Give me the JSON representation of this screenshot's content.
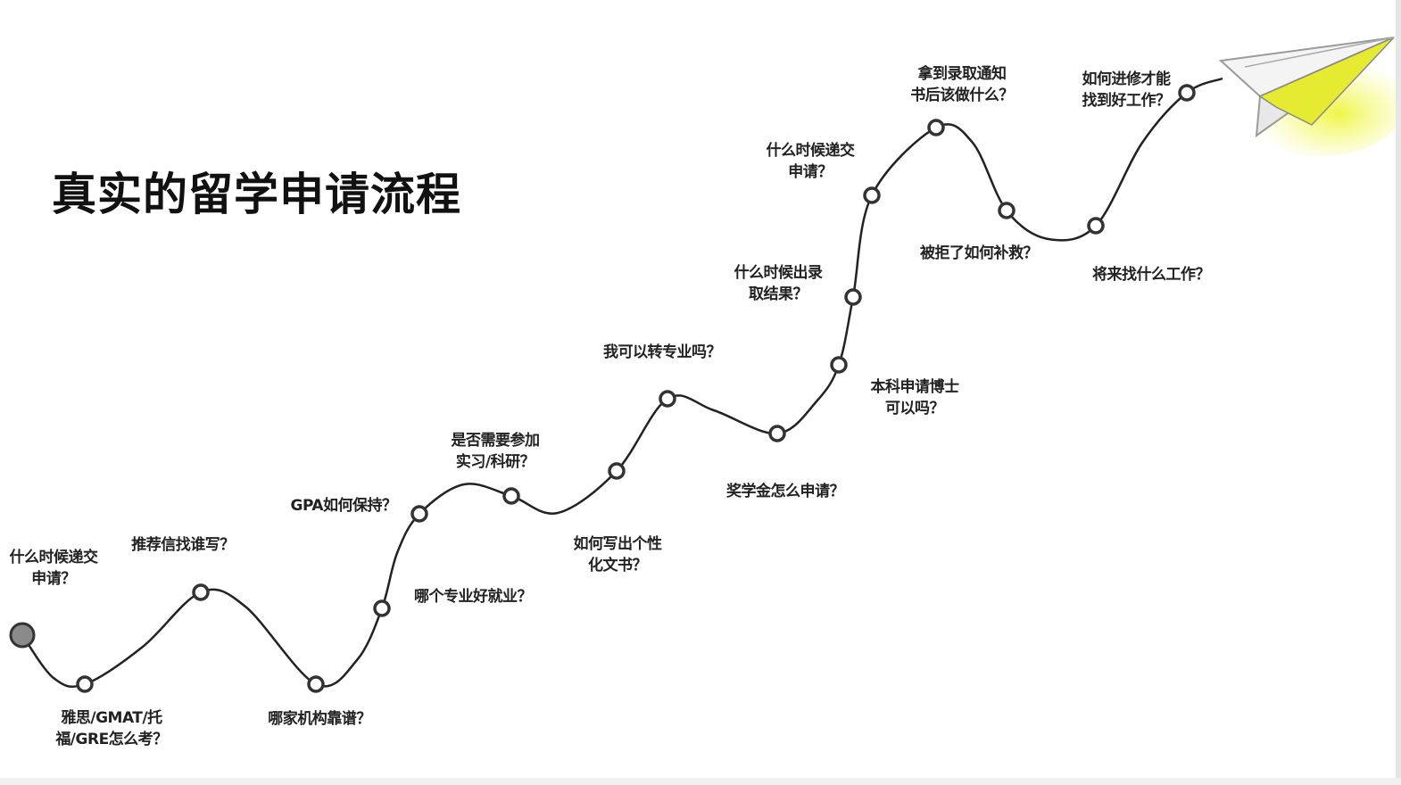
{
  "title": "真实的留学申请流程",
  "steps": [
    {
      "label": "什么时候递交\n申请？"
    },
    {
      "label": "雅思/GMAT/托\n福/GRE怎么考？"
    },
    {
      "label": "推荐信找谁写？"
    },
    {
      "label": "哪家机构靠谱？"
    },
    {
      "label": "哪个专业好就业？"
    },
    {
      "label": "GPA如何保持？"
    },
    {
      "label": "是否需要参加\n实习/科研？"
    },
    {
      "label": "如何写出个性\n化文书？"
    },
    {
      "label": "我可以转专业吗？"
    },
    {
      "label": "奖学金怎么申请？"
    },
    {
      "label": "本科申请博士\n可以吗？"
    },
    {
      "label": "什么时候出录\n取结果？"
    },
    {
      "label": "什么时候递交\n申请？"
    },
    {
      "label": "拿到录取通知\n书后该做什么？"
    },
    {
      "label": "被拒了如何补救？"
    },
    {
      "label": "将来找什么工作？"
    },
    {
      "label": "如何进修才能\n找到好工作？"
    }
  ],
  "colors": {
    "line": "#222222",
    "start_node": "#8a8a8a",
    "plane_glow": "#f2f542"
  },
  "icons": {
    "plane": "paper-plane-icon"
  }
}
